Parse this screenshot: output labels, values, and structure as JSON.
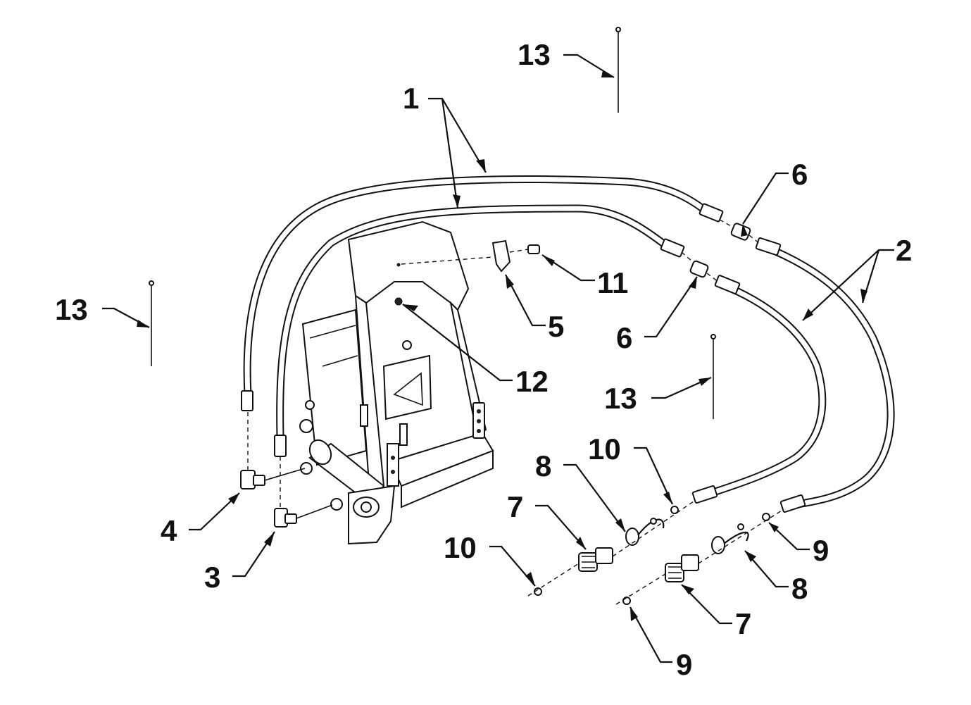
{
  "callouts": {
    "c1": "1",
    "c2": "2",
    "c3": "3",
    "c4": "4",
    "c5": "5",
    "c6a": "6",
    "c6b": "6",
    "c7a": "7",
    "c7b": "7",
    "c8a": "8",
    "c8b": "8",
    "c9a": "9",
    "c9b": "9",
    "c10a": "10",
    "c10b": "10",
    "c11": "11",
    "c12": "12",
    "c13a": "13",
    "c13b": "13",
    "c13c": "13"
  }
}
